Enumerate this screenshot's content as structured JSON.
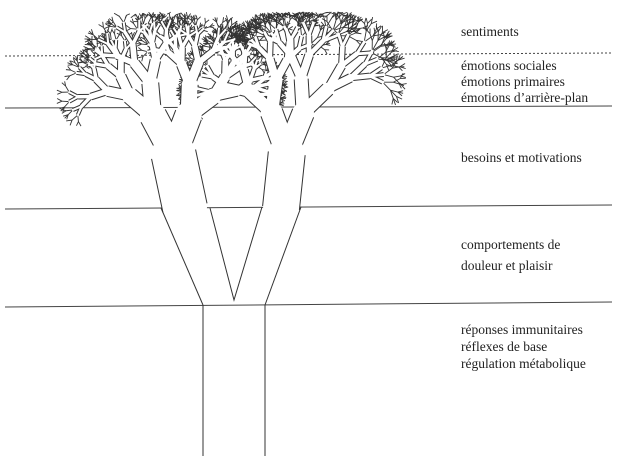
{
  "levels": {
    "sentiments": "sentiments",
    "emotions": [
      "émotions sociales",
      "émotions primaires",
      "émotions d’arrière-plan"
    ],
    "besoins": "besoins et motivations",
    "comportements": [
      "comportements de",
      "douleur et plaisir"
    ],
    "reponses": [
      "réponses immunitaires",
      "réflexes de base",
      "régulation métabolique"
    ]
  },
  "colors": {
    "line": "#333333",
    "background": "#ffffff"
  }
}
